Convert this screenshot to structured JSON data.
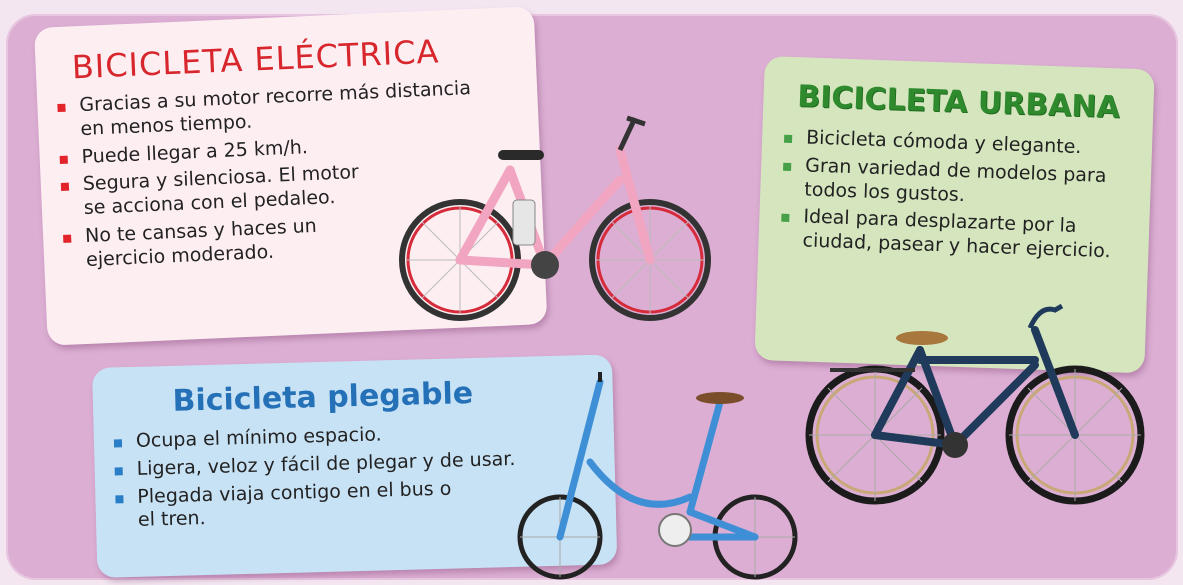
{
  "cards": {
    "electric": {
      "title": "BICICLETA ELÉCTRICA",
      "items": [
        "Gracias a su motor recorre más distancia en menos tiempo.",
        "Puede llegar a 25 km/h.",
        "Segura y silenciosa. El motor se acciona con el pedaleo.",
        "No te cansas y haces un ejercicio moderado."
      ]
    },
    "urban": {
      "title": "BICICLETA URBANA",
      "items": [
        "Bicicleta cómoda y elegante.",
        "Gran variedad de modelos para todos los gustos.",
        "Ideal para desplazarte por la ciudad, pasear y hacer ejercicio."
      ]
    },
    "folding": {
      "title": "Bicicleta plegable",
      "items": [
        "Ocupa el mínimo espacio.",
        "Ligera, veloz y fácil de plegar y de usar.",
        "Plegada viaja contigo en el bus o el tren."
      ]
    }
  },
  "colors": {
    "background": "#dcaed3",
    "electric_accent": "#d8262d",
    "urban_accent": "#2f8a2d",
    "folding_accent": "#2571b8"
  }
}
